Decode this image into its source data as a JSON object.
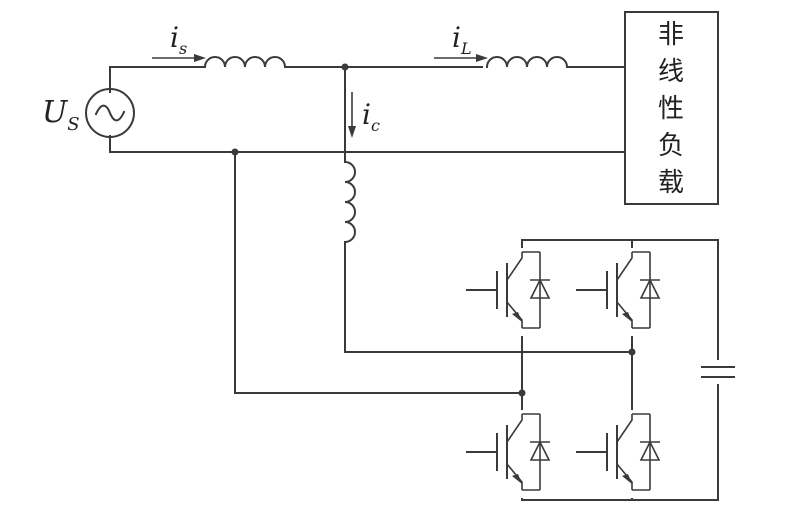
{
  "source": {
    "main": "U",
    "sub": "S"
  },
  "currents": {
    "is": {
      "main": "i",
      "sub": "s"
    },
    "iL": {
      "main": "i",
      "sub": "L"
    },
    "ic": {
      "main": "i",
      "sub": "c"
    }
  },
  "load": {
    "lines": [
      "非",
      "线",
      "性",
      "负",
      "载"
    ]
  },
  "icons": {
    "source": "ac-source-icon",
    "inductor": "inductor-icon",
    "igbt": "igbt-icon",
    "capacitor": "capacitor-icon"
  }
}
